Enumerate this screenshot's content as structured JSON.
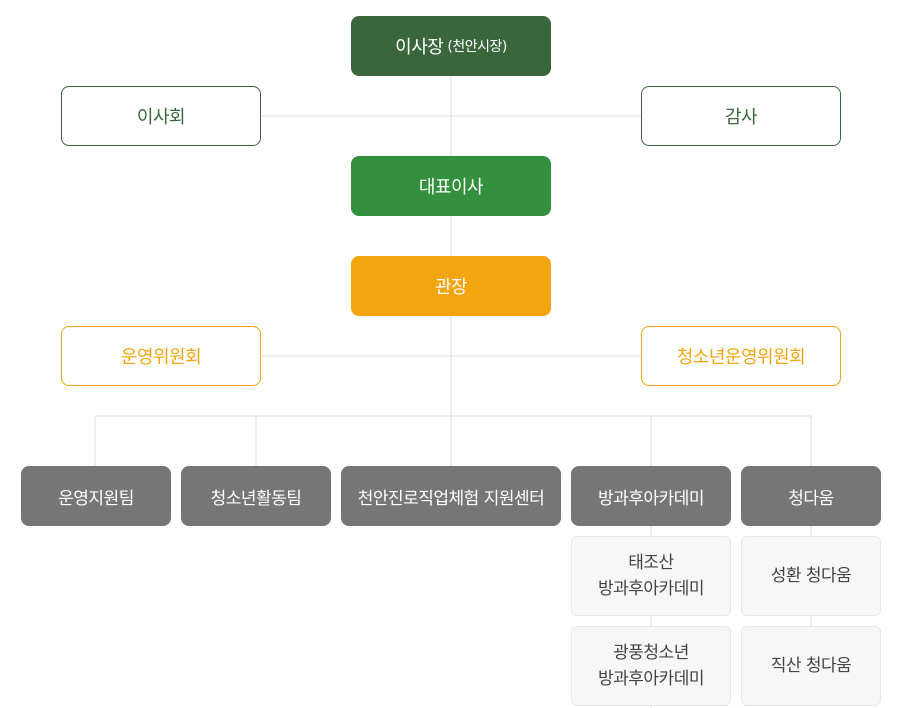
{
  "org": {
    "chairman": {
      "label": "이사장",
      "note": "(천안시장)"
    },
    "board": "이사회",
    "audit": "감사",
    "ceo": "대표이사",
    "director": "관장",
    "operating_committee": "운영위원회",
    "youth_committee": "청소년운영위원회",
    "teams": [
      "운영지원팀",
      "청소년활동팀",
      "천안진로직업체험 지원센터",
      "방과후아카데미",
      "청다움"
    ],
    "academy_subs": [
      {
        "line1": "태조산",
        "line2": "방과후아카데미"
      },
      {
        "line1": "광풍청소년",
        "line2": "방과후아카데미"
      }
    ],
    "cheongdaum_subs": [
      "성환 청다움",
      "직산 청다움"
    ]
  },
  "colors": {
    "dark_green": "#3a663c",
    "green": "#33913d",
    "orange": "#f2a50e",
    "gray": "#767676",
    "line": "#dddddd"
  }
}
